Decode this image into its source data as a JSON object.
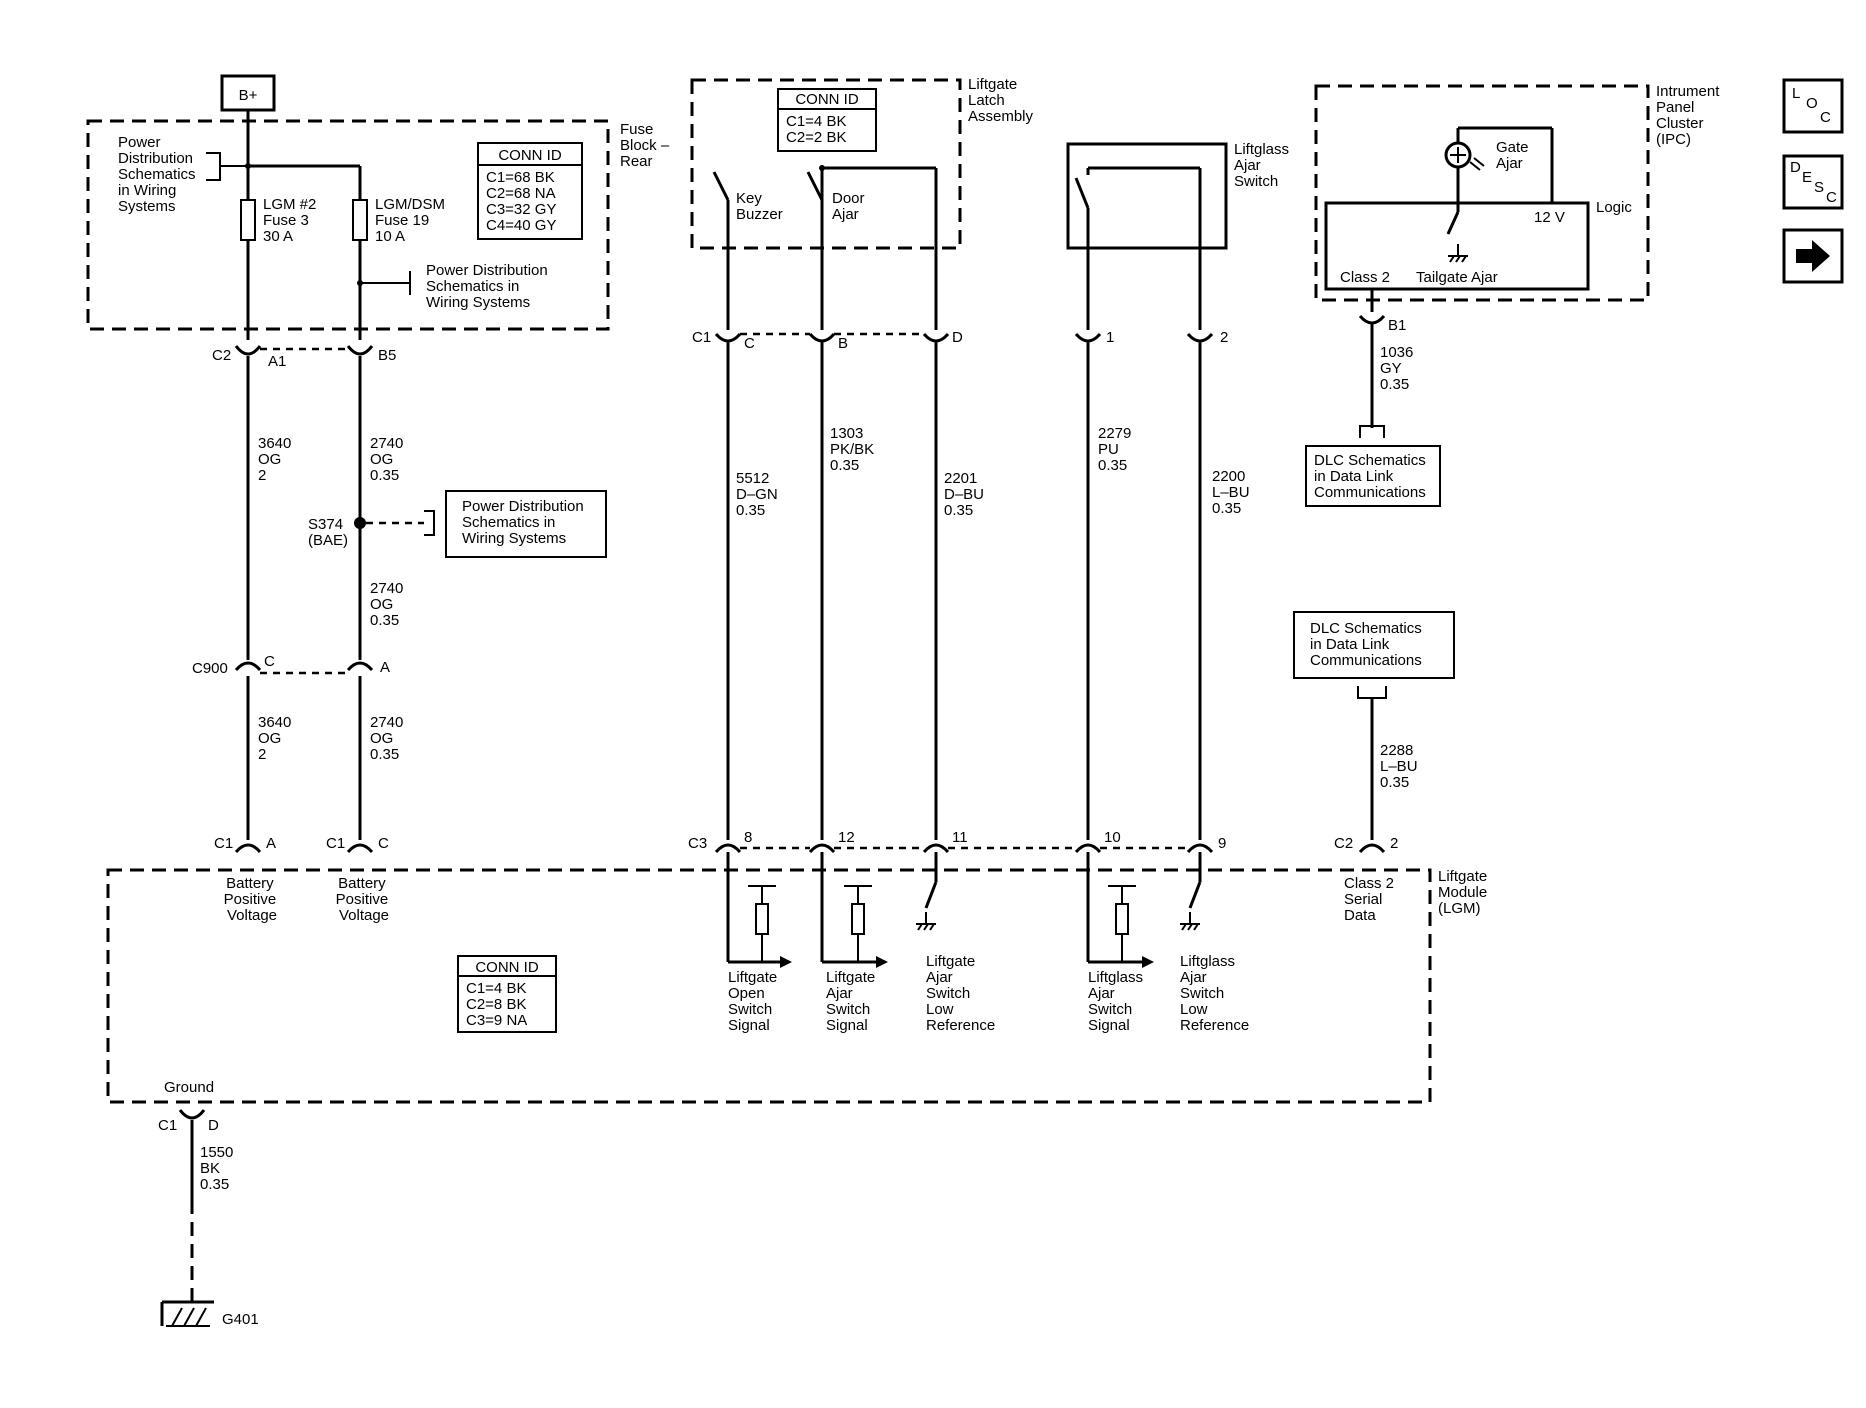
{
  "bplus": "B+",
  "fuse_block": {
    "title": [
      "Fuse",
      "Block –",
      "Rear"
    ],
    "power_note_top": [
      "Power",
      "Distribution",
      "Schematics",
      "in Wiring",
      "Systems"
    ],
    "fuse1": [
      "LGM #2",
      "Fuse 3",
      "30 A"
    ],
    "fuse2": [
      "LGM/DSM",
      "Fuse 19",
      "10 A"
    ],
    "power_note_mid": [
      "Power Distribution",
      "Schematics in",
      "Wiring Systems"
    ],
    "conn_id": {
      "title": "CONN ID",
      "rows": [
        "C1=68 BK",
        "C2=68 NA",
        "C3=32 GY",
        "C4=40 GY"
      ]
    }
  },
  "c2": {
    "label": "C2",
    "pinA": "A1",
    "pinB": "B5"
  },
  "wire_3640_top": [
    "3640",
    "OG",
    "2"
  ],
  "wire_2740_top": [
    "2740",
    "OG",
    "0.35"
  ],
  "splice": {
    "label": [
      "S374",
      "(BAE)"
    ],
    "note": [
      "Power Distribution",
      "Schematics in",
      "Wiring Systems"
    ]
  },
  "wire_2740_mid": [
    "2740",
    "OG",
    "0.35"
  ],
  "c900": {
    "label": "C900",
    "pinA": "C",
    "pinB": "A"
  },
  "wire_3640_bot": [
    "3640",
    "OG",
    "2"
  ],
  "wire_2740_bot": [
    "2740",
    "OG",
    "0.35"
  ],
  "latch": {
    "title": [
      "Liftgate",
      "Latch",
      "Assembly"
    ],
    "conn_id": {
      "title": "CONN ID",
      "rows": [
        "C1=4 BK",
        "C2=2 BK"
      ]
    },
    "sw1": [
      "Key",
      "Buzzer"
    ],
    "sw2": [
      "Door",
      "Ajar"
    ]
  },
  "latch_conn": {
    "label": "C1",
    "pins": [
      "C",
      "B",
      "D"
    ]
  },
  "wire_5512": [
    "5512",
    "D–GN",
    "0.35"
  ],
  "wire_1303": [
    "1303",
    "PK/BK",
    "0.35"
  ],
  "wire_2201": [
    "2201",
    "D–BU",
    "0.35"
  ],
  "liftglass": {
    "title": [
      "Liftglass",
      "Ajar",
      "Switch"
    ],
    "pins": [
      "1",
      "2"
    ]
  },
  "wire_2279": [
    "2279",
    "PU",
    "0.35"
  ],
  "wire_2200": [
    "2200",
    "L–BU",
    "0.35"
  ],
  "ipc": {
    "title": [
      "Intrument",
      "Panel",
      "Cluster",
      "(IPC)"
    ],
    "lamp": [
      "Gate",
      "Ajar"
    ],
    "logic": "Logic",
    "volt": "12 V",
    "class2": "Class 2",
    "tailgate": "Tailgate Ajar",
    "pin": "B1"
  },
  "wire_1036": [
    "1036",
    "GY",
    "0.35"
  ],
  "dlc_top": [
    "DLC Schematics",
    "in Data Link",
    "Communications"
  ],
  "dlc_bot": [
    "DLC Schematics",
    "in Data Link",
    "Communications"
  ],
  "wire_2288": [
    "2288",
    "L–BU",
    "0.35"
  ],
  "lgm": {
    "title": [
      "Liftgate",
      "Module",
      "(LGM)"
    ],
    "c1a": {
      "conn": "C1",
      "pin": "A"
    },
    "c1c": {
      "conn": "C1",
      "pin": "C"
    },
    "c3": {
      "conn": "C3",
      "pins": [
        "8",
        "12",
        "11",
        "10",
        "9"
      ]
    },
    "c2": {
      "conn": "C2",
      "pin": "2"
    },
    "batt1": [
      "Battery",
      "Positive",
      "Voltage"
    ],
    "batt2": [
      "Battery",
      "Positive",
      "Voltage"
    ],
    "sig1": [
      "Liftgate",
      "Open",
      "Switch",
      "Signal"
    ],
    "sig2": [
      "Liftgate",
      "Ajar",
      "Switch",
      "Signal"
    ],
    "sig3": [
      "Liftgate",
      "Ajar",
      "Switch",
      "Low",
      "Reference"
    ],
    "sig4": [
      "Liftglass",
      "Ajar",
      "Switch",
      "Signal"
    ],
    "sig5": [
      "Liftglass",
      "Ajar",
      "Switch",
      "Low",
      "Reference"
    ],
    "class2": [
      "Class 2",
      "Serial",
      "Data"
    ],
    "conn_id": {
      "title": "CONN ID",
      "rows": [
        "C1=4 BK",
        "C2=8 BK",
        "C3=9 NA"
      ]
    },
    "ground": "Ground"
  },
  "ground_conn": {
    "conn": "C1",
    "pin": "D"
  },
  "wire_1550": [
    "1550",
    "BK",
    "0.35"
  ],
  "g401": "G401",
  "nav": {
    "loc": [
      "L",
      "O",
      "C"
    ],
    "desc": [
      "D",
      "E",
      "S",
      "C"
    ]
  }
}
